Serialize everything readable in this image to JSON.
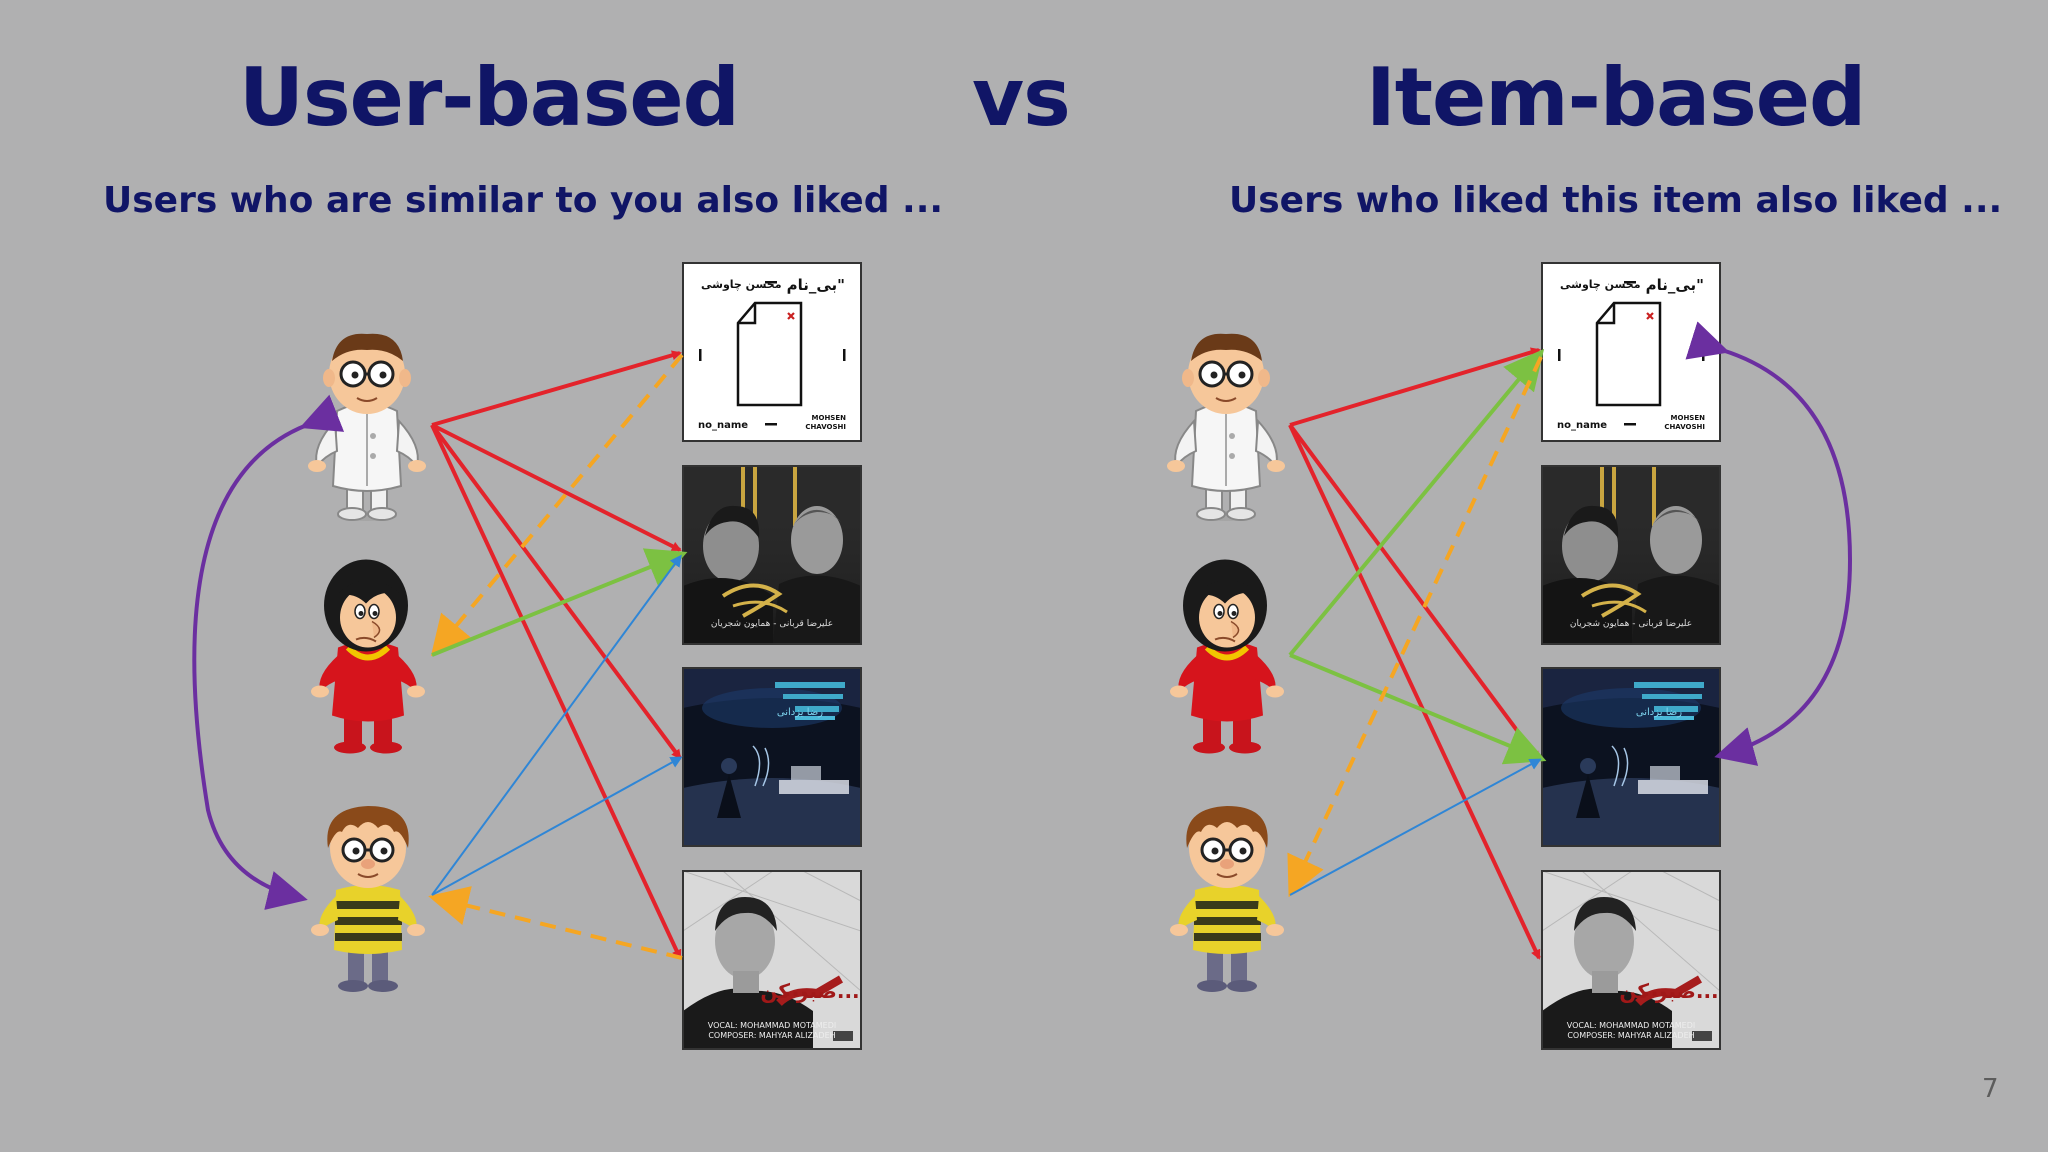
{
  "slide": {
    "left_title": "User-based",
    "vs": "vs",
    "right_title": "Item-based",
    "left_subtitle": "Users who are similar to you also liked ...",
    "right_subtitle": "Users who liked this item also liked ...",
    "page_number": "7"
  },
  "albums": {
    "no_name": {
      "top_right": "بی_نام\"",
      "top_left": "محسن چاوشی",
      "bottom_left": "no_name",
      "bottom_right_1": "MOHSEN",
      "bottom_right_2": "CHAVOSHI"
    },
    "album2": {
      "caption": "علیرضا قربانی - همایون شجریان"
    },
    "album3": {
      "caption": "رضا یزدانی"
    },
    "album4": {
      "title": "صبر کن...",
      "credit_1": "VOCAL: MOHAMMAD MOTAMEDI",
      "credit_2": "COMPOSER: MAHYAR ALIZADEH"
    }
  },
  "colors": {
    "like": "#e3232b",
    "recommend": "#f5a623",
    "similar": "#6b2fa0",
    "green": "#7cc142",
    "blue": "#2f86d6",
    "title": "#101566"
  }
}
